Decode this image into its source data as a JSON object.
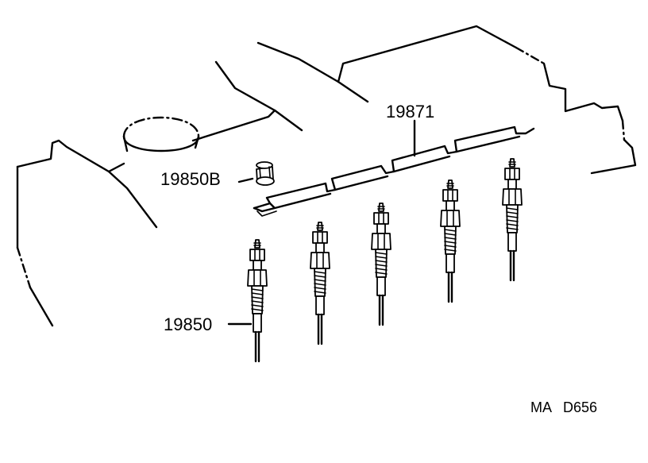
{
  "parts": {
    "connector_bar": "19871",
    "plug_cap": "19850B",
    "glow_plug": "19850"
  },
  "footer": {
    "prefix": "MA",
    "code": "D656"
  }
}
